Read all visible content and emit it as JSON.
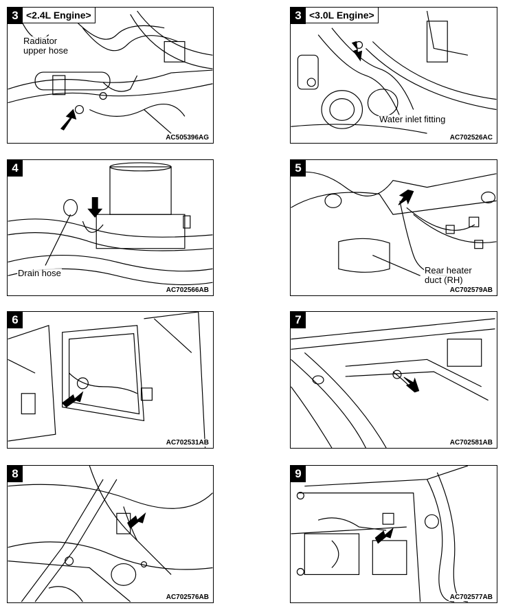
{
  "panels": [
    {
      "step": "3",
      "engine": "<2.4L Engine>",
      "callouts": [
        "Radiator upper hose"
      ],
      "code": "AC505396AG"
    },
    {
      "step": "3",
      "engine": "<3.0L Engine>",
      "callouts": [
        "Water inlet fitting"
      ],
      "code": "AC702526AC"
    },
    {
      "step": "4",
      "engine": "",
      "callouts": [
        "Drain hose"
      ],
      "code": "AC702566AB"
    },
    {
      "step": "5",
      "engine": "",
      "callouts": [
        "Rear heater duct (RH)"
      ],
      "code": "AC702579AB"
    },
    {
      "step": "6",
      "engine": "",
      "callouts": [],
      "code": "AC702531AB"
    },
    {
      "step": "7",
      "engine": "",
      "callouts": [],
      "code": "AC702581AB"
    },
    {
      "step": "8",
      "engine": "",
      "callouts": [],
      "code": "AC702576AB"
    },
    {
      "step": "9",
      "engine": "",
      "callouts": [],
      "code": "AC702577AB"
    }
  ]
}
